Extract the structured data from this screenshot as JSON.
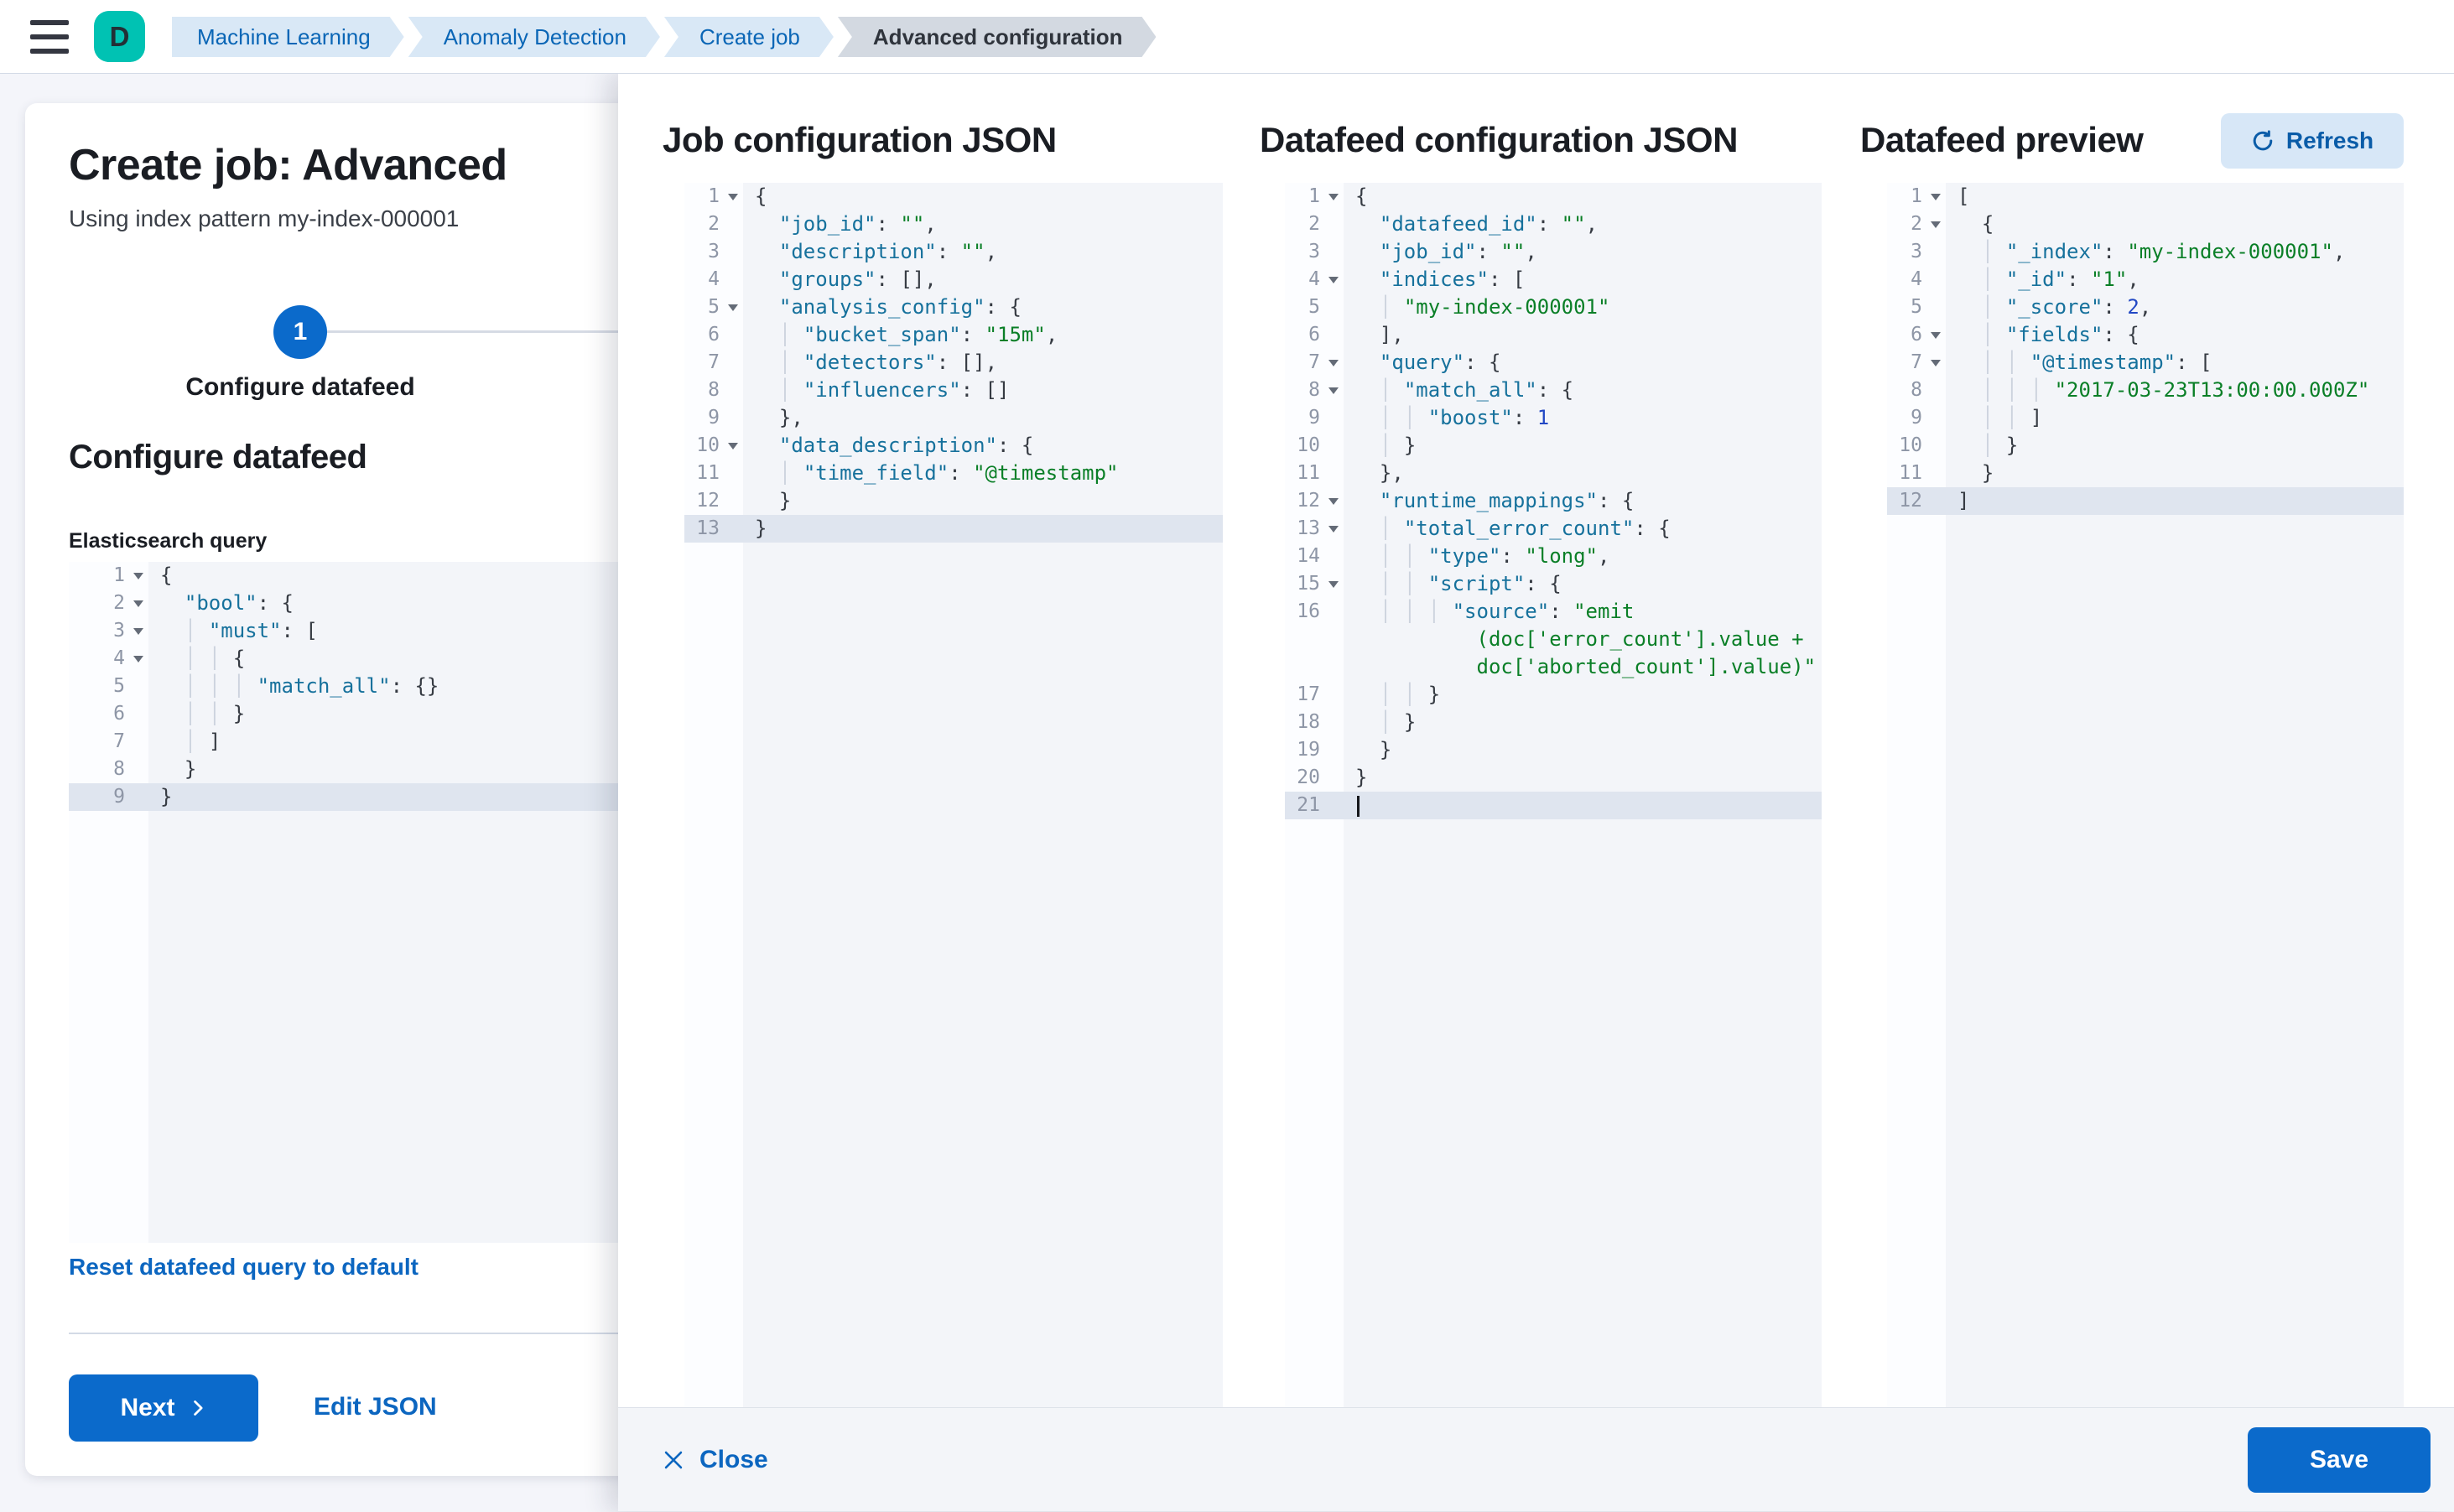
{
  "colors": {
    "primary_button": "#0b6acb",
    "link": "#0c66c0",
    "avatar_teal": "#00c2b3",
    "breadcrumb_bg": "#d9e8f6",
    "breadcrumb_current_bg": "#d3d9e1",
    "editor_bg": "#f3f5f9",
    "editor_active_line": "#dfe5ef",
    "code_key": "#16719c",
    "code_string": "#0a7f27",
    "code_number": "#2248c4"
  },
  "header": {
    "avatar_initial": "D",
    "breadcrumbs": [
      {
        "label": "Machine Learning",
        "current": false
      },
      {
        "label": "Anomaly Detection",
        "current": false
      },
      {
        "label": "Create job",
        "current": false
      },
      {
        "label": "Advanced configuration",
        "current": true
      }
    ]
  },
  "page": {
    "title": "Create job: Advanced",
    "subtitle": "Using index pattern my-index-000001",
    "step": {
      "number": "1",
      "label": "Configure datafeed"
    },
    "section_heading": "Configure datafeed",
    "query_label": "Elasticsearch query",
    "reset_link": "Reset datafeed query to default",
    "next_button": "Next",
    "edit_json_link": "Edit JSON"
  },
  "flyout": {
    "panel1_title": "Job configuration JSON",
    "panel2_title": "Datafeed configuration JSON",
    "panel3_title": "Datafeed preview",
    "refresh_button": "Refresh",
    "close_button": "Close",
    "save_button": "Save"
  },
  "editors": {
    "es_query": {
      "lines": [
        {
          "n": "1",
          "fold": true,
          "segs": [
            [
              "p",
              "{"
            ]
          ]
        },
        {
          "n": "2",
          "fold": true,
          "segs": [
            [
              "p",
              "  "
            ],
            [
              "k",
              "\"bool\""
            ],
            [
              "p",
              ": {"
            ]
          ]
        },
        {
          "n": "3",
          "fold": true,
          "segs": [
            [
              "p",
              "  "
            ],
            [
              "g",
              "│ "
            ],
            [
              "k",
              "\"must\""
            ],
            [
              "p",
              ": ["
            ]
          ]
        },
        {
          "n": "4",
          "fold": true,
          "segs": [
            [
              "p",
              "  "
            ],
            [
              "g",
              "│ │ "
            ],
            [
              "p",
              "{"
            ]
          ]
        },
        {
          "n": "5",
          "segs": [
            [
              "p",
              "  "
            ],
            [
              "g",
              "│ │ │ "
            ],
            [
              "k",
              "\"match_all\""
            ],
            [
              "p",
              ": {}"
            ]
          ]
        },
        {
          "n": "6",
          "segs": [
            [
              "p",
              "  "
            ],
            [
              "g",
              "│ │ "
            ],
            [
              "p",
              "}"
            ]
          ]
        },
        {
          "n": "7",
          "segs": [
            [
              "p",
              "  "
            ],
            [
              "g",
              "│ "
            ],
            [
              "p",
              "]"
            ]
          ]
        },
        {
          "n": "8",
          "segs": [
            [
              "p",
              "  }"
            ]
          ]
        },
        {
          "n": "9",
          "active": true,
          "segs": [
            [
              "p",
              "}"
            ]
          ]
        }
      ]
    },
    "job_config": {
      "lines": [
        {
          "n": "1",
          "fold": true,
          "segs": [
            [
              "p",
              "{"
            ]
          ]
        },
        {
          "n": "2",
          "segs": [
            [
              "p",
              "  "
            ],
            [
              "k",
              "\"job_id\""
            ],
            [
              "p",
              ": "
            ],
            [
              "s",
              "\"\""
            ],
            [
              "p",
              ","
            ]
          ]
        },
        {
          "n": "3",
          "segs": [
            [
              "p",
              "  "
            ],
            [
              "k",
              "\"description\""
            ],
            [
              "p",
              ": "
            ],
            [
              "s",
              "\"\""
            ],
            [
              "p",
              ","
            ]
          ]
        },
        {
          "n": "4",
          "segs": [
            [
              "p",
              "  "
            ],
            [
              "k",
              "\"groups\""
            ],
            [
              "p",
              ": [],"
            ]
          ]
        },
        {
          "n": "5",
          "fold": true,
          "segs": [
            [
              "p",
              "  "
            ],
            [
              "k",
              "\"analysis_config\""
            ],
            [
              "p",
              ": {"
            ]
          ]
        },
        {
          "n": "6",
          "segs": [
            [
              "p",
              "  "
            ],
            [
              "g",
              "│ "
            ],
            [
              "k",
              "\"bucket_span\""
            ],
            [
              "p",
              ": "
            ],
            [
              "s",
              "\"15m\""
            ],
            [
              "p",
              ","
            ]
          ]
        },
        {
          "n": "7",
          "segs": [
            [
              "p",
              "  "
            ],
            [
              "g",
              "│ "
            ],
            [
              "k",
              "\"detectors\""
            ],
            [
              "p",
              ": [],"
            ]
          ]
        },
        {
          "n": "8",
          "segs": [
            [
              "p",
              "  "
            ],
            [
              "g",
              "│ "
            ],
            [
              "k",
              "\"influencers\""
            ],
            [
              "p",
              ": []"
            ]
          ]
        },
        {
          "n": "9",
          "segs": [
            [
              "p",
              "  },"
            ]
          ]
        },
        {
          "n": "10",
          "fold": true,
          "segs": [
            [
              "p",
              "  "
            ],
            [
              "k",
              "\"data_description\""
            ],
            [
              "p",
              ": {"
            ]
          ]
        },
        {
          "n": "11",
          "segs": [
            [
              "p",
              "  "
            ],
            [
              "g",
              "│ "
            ],
            [
              "k",
              "\"time_field\""
            ],
            [
              "p",
              ": "
            ],
            [
              "s",
              "\"@timestamp\""
            ]
          ]
        },
        {
          "n": "12",
          "segs": [
            [
              "p",
              "  }"
            ]
          ]
        },
        {
          "n": "13",
          "active": true,
          "segs": [
            [
              "p",
              "}"
            ]
          ]
        }
      ]
    },
    "datafeed_config": {
      "lines": [
        {
          "n": "1",
          "fold": true,
          "segs": [
            [
              "p",
              "{"
            ]
          ]
        },
        {
          "n": "2",
          "segs": [
            [
              "p",
              "  "
            ],
            [
              "k",
              "\"datafeed_id\""
            ],
            [
              "p",
              ": "
            ],
            [
              "s",
              "\"\""
            ],
            [
              "p",
              ","
            ]
          ]
        },
        {
          "n": "3",
          "segs": [
            [
              "p",
              "  "
            ],
            [
              "k",
              "\"job_id\""
            ],
            [
              "p",
              ": "
            ],
            [
              "s",
              "\"\""
            ],
            [
              "p",
              ","
            ]
          ]
        },
        {
          "n": "4",
          "fold": true,
          "segs": [
            [
              "p",
              "  "
            ],
            [
              "k",
              "\"indices\""
            ],
            [
              "p",
              ": ["
            ]
          ]
        },
        {
          "n": "5",
          "segs": [
            [
              "p",
              "  "
            ],
            [
              "g",
              "│ "
            ],
            [
              "s",
              "\"my-index-000001\""
            ]
          ]
        },
        {
          "n": "6",
          "segs": [
            [
              "p",
              "  ],"
            ]
          ]
        },
        {
          "n": "7",
          "fold": true,
          "segs": [
            [
              "p",
              "  "
            ],
            [
              "k",
              "\"query\""
            ],
            [
              "p",
              ": {"
            ]
          ]
        },
        {
          "n": "8",
          "fold": true,
          "segs": [
            [
              "p",
              "  "
            ],
            [
              "g",
              "│ "
            ],
            [
              "k",
              "\"match_all\""
            ],
            [
              "p",
              ": {"
            ]
          ]
        },
        {
          "n": "9",
          "segs": [
            [
              "p",
              "  "
            ],
            [
              "g",
              "│ │ "
            ],
            [
              "k",
              "\"boost\""
            ],
            [
              "p",
              ": "
            ],
            [
              "n2",
              "1"
            ]
          ]
        },
        {
          "n": "10",
          "segs": [
            [
              "p",
              "  "
            ],
            [
              "g",
              "│ "
            ],
            [
              "p",
              "}"
            ]
          ]
        },
        {
          "n": "11",
          "segs": [
            [
              "p",
              "  },"
            ]
          ]
        },
        {
          "n": "12",
          "fold": true,
          "segs": [
            [
              "p",
              "  "
            ],
            [
              "k",
              "\"runtime_mappings\""
            ],
            [
              "p",
              ": {"
            ]
          ]
        },
        {
          "n": "13",
          "fold": true,
          "segs": [
            [
              "p",
              "  "
            ],
            [
              "g",
              "│ "
            ],
            [
              "k",
              "\"total_error_count\""
            ],
            [
              "p",
              ": {"
            ]
          ]
        },
        {
          "n": "14",
          "segs": [
            [
              "p",
              "  "
            ],
            [
              "g",
              "│ │ "
            ],
            [
              "k",
              "\"type\""
            ],
            [
              "p",
              ": "
            ],
            [
              "s",
              "\"long\""
            ],
            [
              "p",
              ","
            ]
          ]
        },
        {
          "n": "15",
          "fold": true,
          "segs": [
            [
              "p",
              "  "
            ],
            [
              "g",
              "│ │ "
            ],
            [
              "k",
              "\"script\""
            ],
            [
              "p",
              ": {"
            ]
          ]
        },
        {
          "n": "16",
          "segs": [
            [
              "p",
              "  "
            ],
            [
              "g",
              "│ │ │ "
            ],
            [
              "k",
              "\"source\""
            ],
            [
              "p",
              ": "
            ],
            [
              "s",
              "\"emit"
            ]
          ]
        },
        {
          "wrap": true,
          "segs": [
            [
              "p",
              "          "
            ],
            [
              "s",
              "(doc['error_count'].value +"
            ]
          ]
        },
        {
          "wrap": true,
          "segs": [
            [
              "p",
              "          "
            ],
            [
              "s",
              "doc['aborted_count'].value)\""
            ]
          ]
        },
        {
          "n": "17",
          "segs": [
            [
              "p",
              "  "
            ],
            [
              "g",
              "│ │ "
            ],
            [
              "p",
              "}"
            ]
          ]
        },
        {
          "n": "18",
          "segs": [
            [
              "p",
              "  "
            ],
            [
              "g",
              "│ "
            ],
            [
              "p",
              "}"
            ]
          ]
        },
        {
          "n": "19",
          "segs": [
            [
              "p",
              "  }"
            ]
          ]
        },
        {
          "n": "20",
          "segs": [
            [
              "p",
              "}"
            ]
          ]
        },
        {
          "n": "21",
          "active": true,
          "caret": true,
          "segs": []
        }
      ]
    },
    "datafeed_preview": {
      "lines": [
        {
          "n": "1",
          "fold": true,
          "segs": [
            [
              "p",
              "["
            ]
          ]
        },
        {
          "n": "2",
          "fold": true,
          "segs": [
            [
              "p",
              "  {"
            ]
          ]
        },
        {
          "n": "3",
          "segs": [
            [
              "p",
              "  "
            ],
            [
              "g",
              "│ "
            ],
            [
              "k",
              "\"_index\""
            ],
            [
              "p",
              ": "
            ],
            [
              "s",
              "\"my-index-000001\""
            ],
            [
              "p",
              ","
            ]
          ]
        },
        {
          "n": "4",
          "segs": [
            [
              "p",
              "  "
            ],
            [
              "g",
              "│ "
            ],
            [
              "k",
              "\"_id\""
            ],
            [
              "p",
              ": "
            ],
            [
              "s",
              "\"1\""
            ],
            [
              "p",
              ","
            ]
          ]
        },
        {
          "n": "5",
          "segs": [
            [
              "p",
              "  "
            ],
            [
              "g",
              "│ "
            ],
            [
              "k",
              "\"_score\""
            ],
            [
              "p",
              ": "
            ],
            [
              "n2",
              "2"
            ],
            [
              "p",
              ","
            ]
          ]
        },
        {
          "n": "6",
          "fold": true,
          "segs": [
            [
              "p",
              "  "
            ],
            [
              "g",
              "│ "
            ],
            [
              "k",
              "\"fields\""
            ],
            [
              "p",
              ": {"
            ]
          ]
        },
        {
          "n": "7",
          "fold": true,
          "segs": [
            [
              "p",
              "  "
            ],
            [
              "g",
              "│ │ "
            ],
            [
              "k",
              "\"@timestamp\""
            ],
            [
              "p",
              ": ["
            ]
          ]
        },
        {
          "n": "8",
          "segs": [
            [
              "p",
              "  "
            ],
            [
              "g",
              "│ │ │ "
            ],
            [
              "s",
              "\"2017-03-23T13:00:00.000Z\""
            ]
          ]
        },
        {
          "n": "9",
          "segs": [
            [
              "p",
              "  "
            ],
            [
              "g",
              "│ │ "
            ],
            [
              "p",
              "]"
            ]
          ]
        },
        {
          "n": "10",
          "segs": [
            [
              "p",
              "  "
            ],
            [
              "g",
              "│ "
            ],
            [
              "p",
              "}"
            ]
          ]
        },
        {
          "n": "11",
          "segs": [
            [
              "p",
              "  }"
            ]
          ]
        },
        {
          "n": "12",
          "active": true,
          "segs": [
            [
              "p",
              "]"
            ]
          ]
        }
      ]
    }
  }
}
